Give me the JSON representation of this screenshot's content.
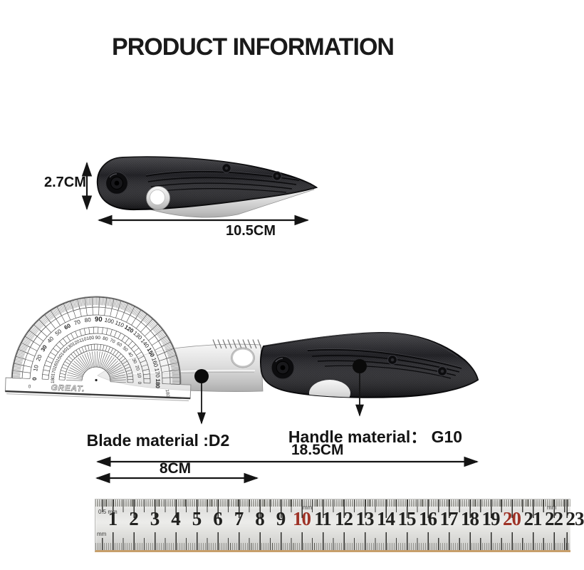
{
  "title": "PRODUCT INFORMATION",
  "folded_view": {
    "height_label": "2.7CM",
    "length_label": "10.5CM"
  },
  "open_view": {
    "blade_callout": "Blade material :D2",
    "handle_callout": "Handle material： G10",
    "total_length_label": "18.5CM",
    "blade_length_label": "8CM"
  },
  "protractor": {
    "brand": "GREAT.",
    "outer_scale": [
      0,
      10,
      20,
      30,
      40,
      50,
      60,
      70,
      80,
      90,
      100,
      110,
      120,
      130,
      140,
      150,
      160,
      170,
      180
    ],
    "inner_scale": [
      180,
      170,
      160,
      150,
      140,
      130,
      120,
      110,
      100,
      90,
      80,
      70,
      60,
      50,
      40,
      30,
      20,
      10,
      0
    ],
    "base_left_label": "0",
    "base_right_label": "180"
  },
  "ruler": {
    "numbers": [
      "1",
      "2",
      "3",
      "4",
      "5",
      "6",
      "7",
      "8",
      "9",
      "10",
      "11",
      "12",
      "13",
      "14",
      "15",
      "16",
      "17",
      "18",
      "19",
      "20",
      "21",
      "22",
      "23"
    ],
    "red_numbers": [
      "10",
      "20"
    ],
    "top_left_label": "0.5 mm",
    "bottom_left_label": "mm",
    "top_mid_label": "mm",
    "top_right_label": "mm"
  },
  "colors": {
    "background": "#ffffff",
    "handle_black": "#222226",
    "blade_light": "#f5f5f5",
    "blade_dark": "#b9b9b9",
    "ruler_red": "#9e3226",
    "ink": "#141414"
  }
}
